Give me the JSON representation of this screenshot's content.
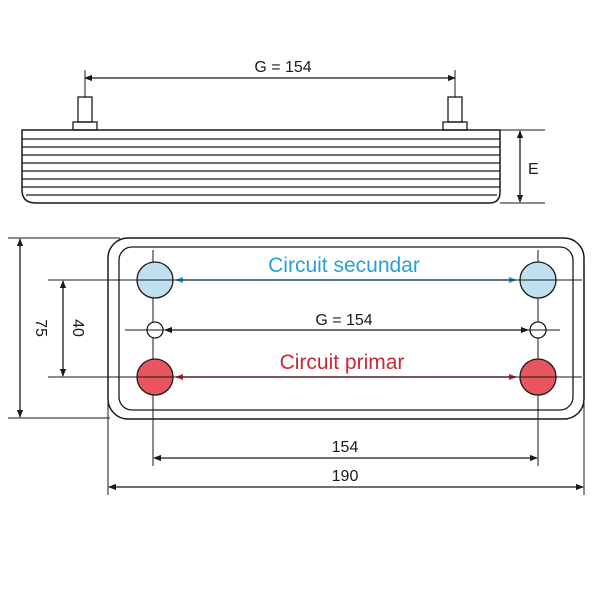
{
  "side_view": {
    "dimension_top": "G = 154",
    "dimension_height": "E"
  },
  "front_view": {
    "circuit_secondary_label": "Circuit secundar",
    "circuit_primary_label": "Circuit primar",
    "middle_dimension": "G = 154",
    "height_overall": "75",
    "height_ports": "40",
    "width_ports": "154",
    "width_overall": "190"
  },
  "colors": {
    "secondary": "#2a9fd6",
    "secondary_port_fill": "#bfe0f0",
    "primary": "#c8283a",
    "primary_port_fill": "#e8555f",
    "line": "#1a1a1a"
  }
}
